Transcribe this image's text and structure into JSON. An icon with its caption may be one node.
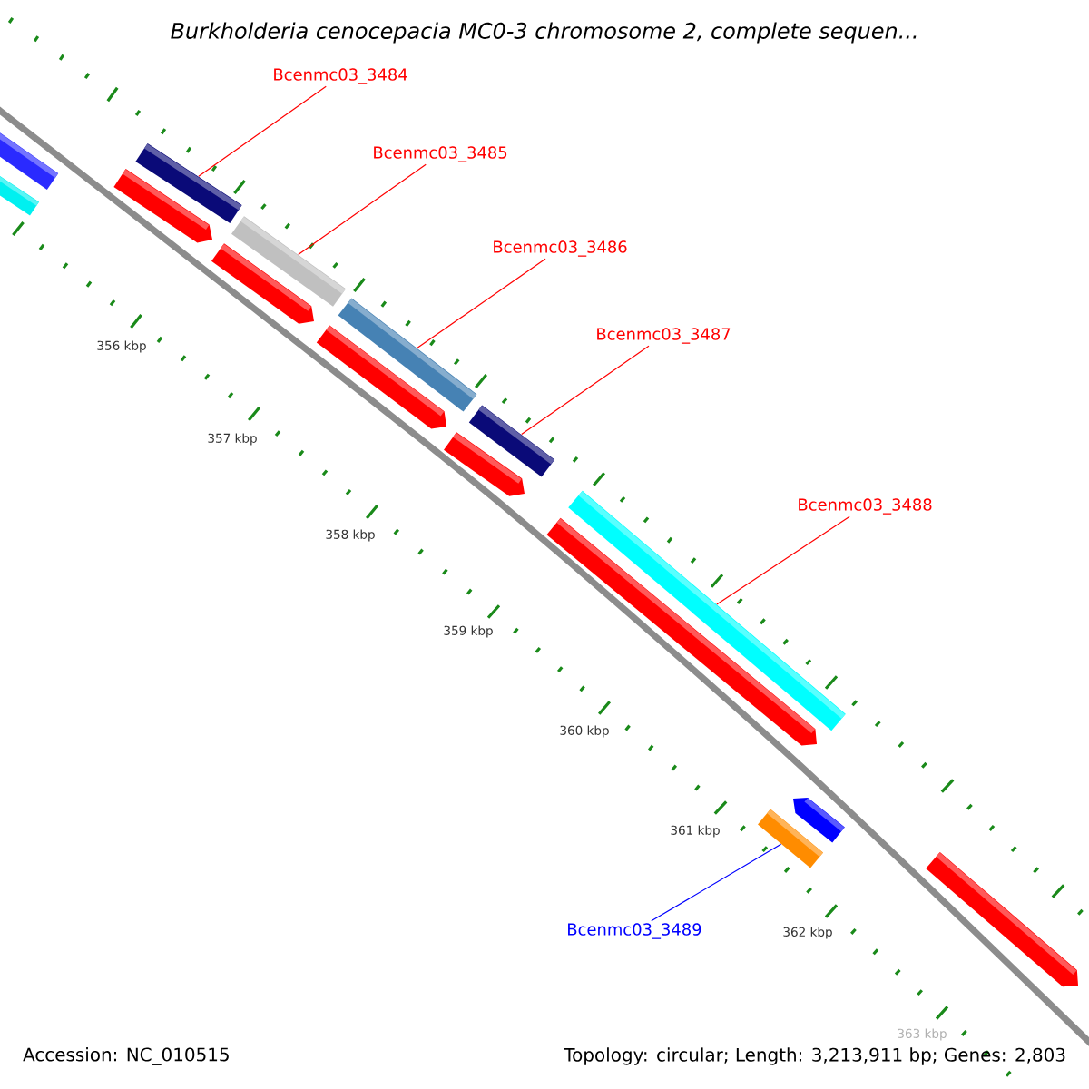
{
  "diagram": {
    "title": "Burkholderia cenocepacia MC0-3 chromosome 2, complete sequen...",
    "nodes": [
      {
        "text": [
          "Bcenmc03_3484"
        ]
      },
      {
        "text": [
          "Bcenmc03_3485"
        ]
      },
      {
        "text": [
          "Bcenmc03_3486"
        ]
      },
      {
        "text": [
          "Bcenmc03_3487"
        ]
      },
      {
        "text": [
          "Bcenmc03_3488"
        ]
      },
      {
        "text": [
          "Bcenmc03_3489"
        ]
      },
      {
        "text": [],
        "shape": "bar"
      },
      {
        "text": [],
        "shape": "bar"
      },
      {
        "text": [],
        "shape": "bar"
      },
      {
        "text": [],
        "shape": "bar"
      },
      {
        "text": [],
        "shape": "bar"
      },
      {
        "text": [],
        "shape": "bar"
      },
      {
        "text": [],
        "shape": "bar"
      },
      {
        "text": [],
        "shape": "bar"
      },
      {
        "text": [],
        "shape": "bar"
      },
      {
        "text": [],
        "shape": "bar"
      },
      {
        "text": [],
        "shape": "bar"
      },
      {
        "text": [],
        "shape": "bar"
      },
      {
        "text": [],
        "shape": "bar"
      },
      {
        "text": [],
        "shape": "bar"
      },
      {
        "text": [],
        "shape": "bar"
      }
    ],
    "edges": [
      {
        "from": 0,
        "to": 9,
        "arrow": "none"
      },
      {
        "from": 1,
        "to": 10,
        "arrow": "none"
      },
      {
        "from": 2,
        "to": 12,
        "arrow": "none"
      },
      {
        "from": 3,
        "to": 14,
        "arrow": "none"
      },
      {
        "from": 4,
        "to": 16,
        "arrow": "none"
      },
      {
        "from": 5,
        "to": 18,
        "arrow": "none",
        "color": "#0000ff"
      }
    ],
    "labels": [
      "356 kbp",
      "357 kbp",
      "358 kbp",
      "359 kbp",
      "360 kbp",
      "361 kbp",
      "362 kbp",
      "363 kbp",
      "Accession: NC_010515",
      "Topology: circular; Length: 3,213,911 bp; Genes: 2,803"
    ]
  }
}
